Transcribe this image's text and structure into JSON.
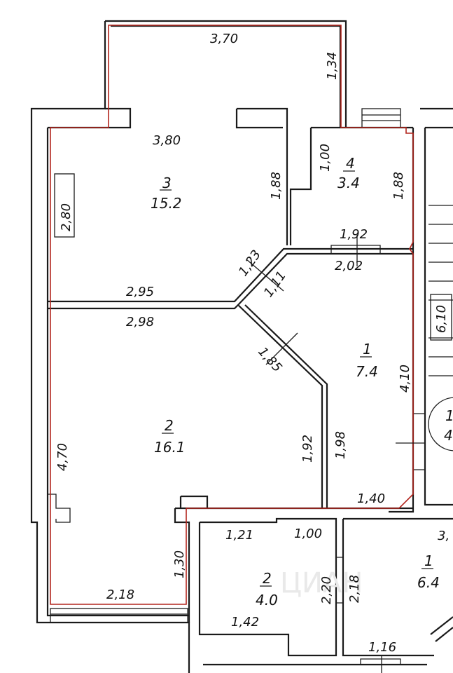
{
  "watermark": "ЦИАН",
  "rooms": [
    {
      "number": "3",
      "area": "15.2"
    },
    {
      "number": "4",
      "area": "3.4"
    },
    {
      "number": "1",
      "area": "7.4"
    },
    {
      "number": "2",
      "area": "16.1"
    },
    {
      "number": "2",
      "area": "4.0"
    },
    {
      "number": "1",
      "area": "6.4"
    },
    {
      "number": "1",
      "area": "4"
    }
  ],
  "dimensions": [
    "3,70",
    "1,34",
    "3,80",
    "1,88",
    "2,80",
    "1,00",
    "1,88",
    "1,92",
    "2,02",
    "1,23",
    "1,11",
    "2,95",
    "2,98",
    "1,85",
    "4,10",
    "6,10",
    "4,70",
    "1,92",
    "1,98",
    "1,40",
    "1,30",
    "2,18",
    "1,21",
    "1,00",
    "2,20",
    "2,18",
    "1,42",
    "1,16",
    "3,"
  ]
}
